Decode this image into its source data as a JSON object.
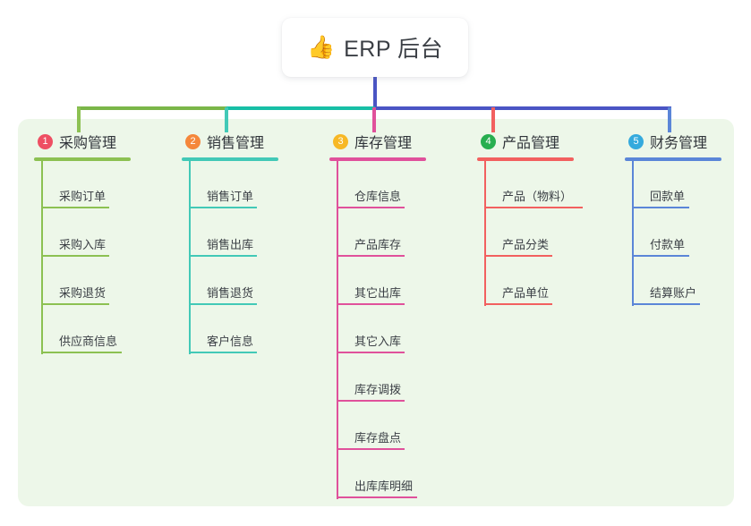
{
  "root": {
    "emoji": "👍",
    "emoji_name": "thumbs-up-icon",
    "title": "ERP 后台"
  },
  "theme": {
    "page_background": "#ffffff",
    "panel_background": "#edf7e9",
    "root_background": "#ffffff",
    "text_color": "#3c4046",
    "stem_color": "#4a55c4",
    "trunk_left_color": "#7ab648",
    "trunk_mid_color": "#17bfa6",
    "trunk_right_color": "#4a55c4"
  },
  "columns": [
    {
      "number": "1",
      "title": "采购管理",
      "badge_color": "#ee4f63",
      "line_color": "#8cc152",
      "leaves": [
        {
          "label": "采购订单"
        },
        {
          "label": "采购入库"
        },
        {
          "label": "采购退货"
        },
        {
          "label": "供应商信息"
        }
      ]
    },
    {
      "number": "2",
      "title": "销售管理",
      "badge_color": "#f5873b",
      "line_color": "#42c9b7",
      "leaves": [
        {
          "label": "销售订单"
        },
        {
          "label": "销售出库"
        },
        {
          "label": "销售退货"
        },
        {
          "label": "客户信息"
        }
      ]
    },
    {
      "number": "3",
      "title": "库存管理",
      "badge_color": "#f7b825",
      "line_color": "#e0519b",
      "leaves": [
        {
          "label": "仓库信息"
        },
        {
          "label": "产品库存"
        },
        {
          "label": "其它出库"
        },
        {
          "label": "其它入库"
        },
        {
          "label": "库存调拨"
        },
        {
          "label": "库存盘点"
        },
        {
          "label": "出库库明细"
        }
      ]
    },
    {
      "number": "4",
      "title": "产品管理",
      "badge_color": "#27ae4f",
      "line_color": "#f2605f",
      "leaves": [
        {
          "label": "产品（物料）"
        },
        {
          "label": "产品分类"
        },
        {
          "label": "产品单位"
        }
      ]
    },
    {
      "number": "5",
      "title": "财务管理",
      "badge_color": "#35aadd",
      "line_color": "#5b86d8",
      "leaves": [
        {
          "label": "回款单"
        },
        {
          "label": "付款单"
        },
        {
          "label": "结算账户"
        }
      ]
    }
  ]
}
